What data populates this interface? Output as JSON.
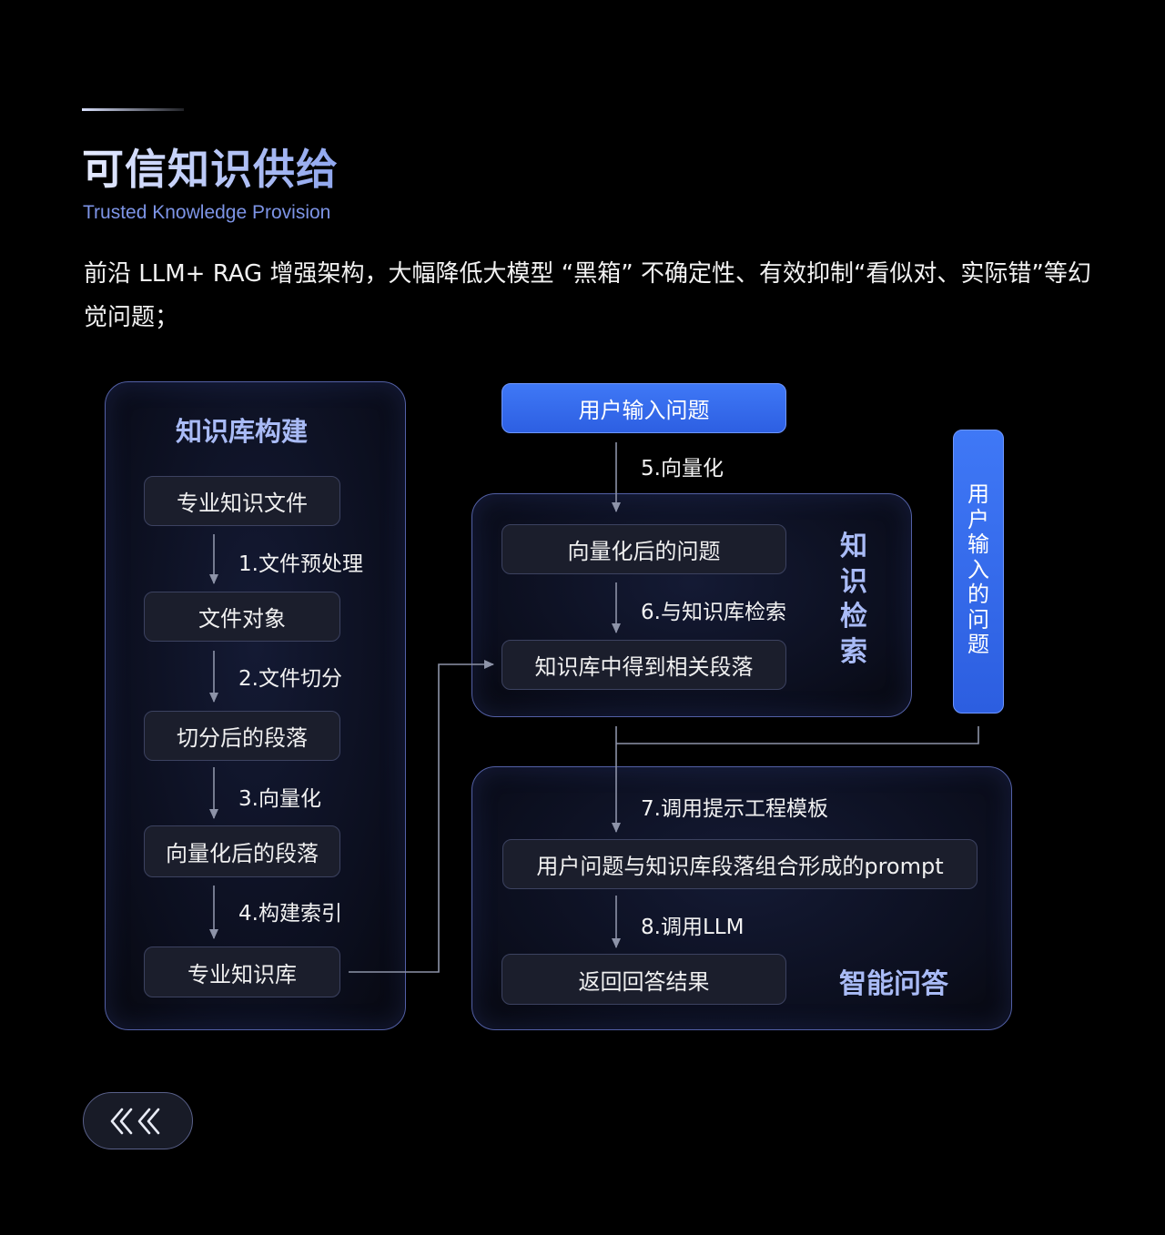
{
  "header": {
    "title": "可信知识供给",
    "subtitle": "Trusted Knowledge Provision",
    "description": "前沿 LLM+ RAG 增强架构，大幅降低大模型 “黑箱” 不确定性、有效抑制“看似对、实际错”等幻觉问题；"
  },
  "knowledge_build": {
    "title": "知识库构建",
    "nodes": [
      "专业知识文件",
      "文件对象",
      "切分后的段落",
      "向量化后的段落",
      "专业知识库"
    ],
    "steps": [
      "1.文件预处理",
      "2.文件切分",
      "3.向量化",
      "4.构建索引"
    ]
  },
  "retrieval": {
    "title_chars": [
      "知",
      "识",
      "检",
      "索"
    ],
    "input_node": "用户输入问题",
    "step5": "5.向量化",
    "node_vectorized_question": "向量化后的问题",
    "step6": "6.与知识库检索",
    "node_related_paragraphs": "知识库中得到相关段落"
  },
  "side_input": {
    "chars": [
      "用",
      "户",
      "输",
      "入",
      "的",
      "问",
      "题"
    ]
  },
  "qa": {
    "title": "智能问答",
    "step7": "7.调用提示工程模板",
    "node_prompt": "用户问题与知识库段落组合形成的prompt",
    "step8": "8.调用LLM",
    "node_result": "返回回答结果"
  },
  "back_button": {
    "icon": "double-chevron-left-icon"
  }
}
